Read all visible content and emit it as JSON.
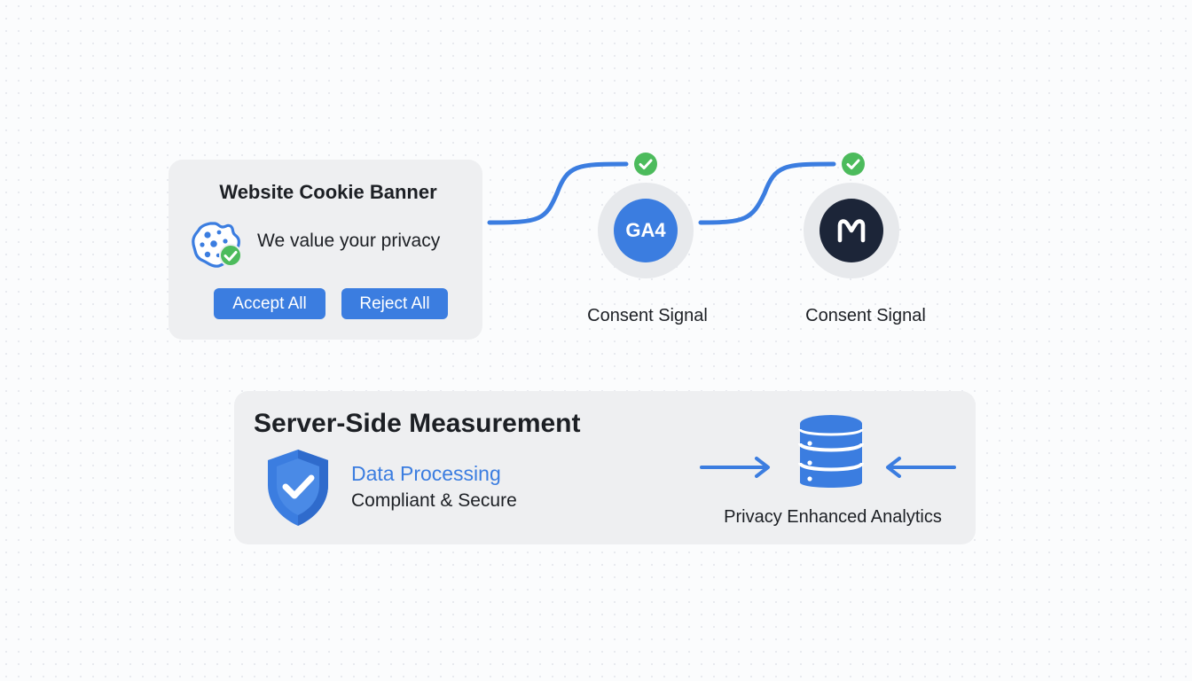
{
  "cookie_banner": {
    "title": "Website Cookie Banner",
    "message": "We value your privacy",
    "accept_label": "Accept All",
    "reject_label": "Reject All"
  },
  "signals": [
    {
      "badge": "GA4",
      "label": "Consent Signal",
      "icon": "ga4-icon"
    },
    {
      "badge": "M",
      "label": "Consent Signal",
      "icon": "meta-icon"
    }
  ],
  "server_side": {
    "title": "Server-Side Measurement",
    "processing_title": "Data Processing",
    "processing_subtitle": "Compliant & Secure",
    "analytics_label": "Privacy Enhanced Analytics"
  },
  "colors": {
    "accent": "#3b7de0",
    "success": "#4cbb5c",
    "dark_badge": "#1c2538",
    "card_bg": "#eeeff1"
  }
}
